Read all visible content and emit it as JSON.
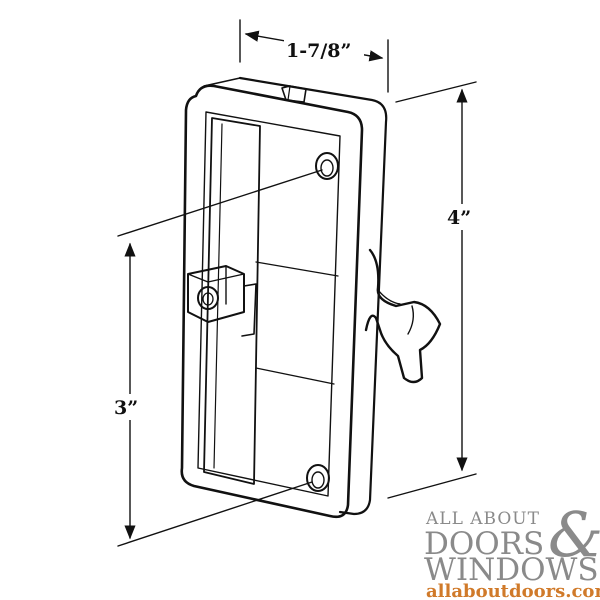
{
  "dimensions": {
    "width": "1-7/8”",
    "height": "4”",
    "hole_spacing": "3”"
  },
  "watermark": {
    "line1": "ALL ABOUT",
    "line2": "DOORS",
    "ampersand": "&",
    "line3": "WINDOWS",
    "url": "allaboutdoors.com"
  },
  "colors": {
    "line": "#111111",
    "watermark_text": "#8a8a8a",
    "watermark_url": "#d07a2a"
  }
}
